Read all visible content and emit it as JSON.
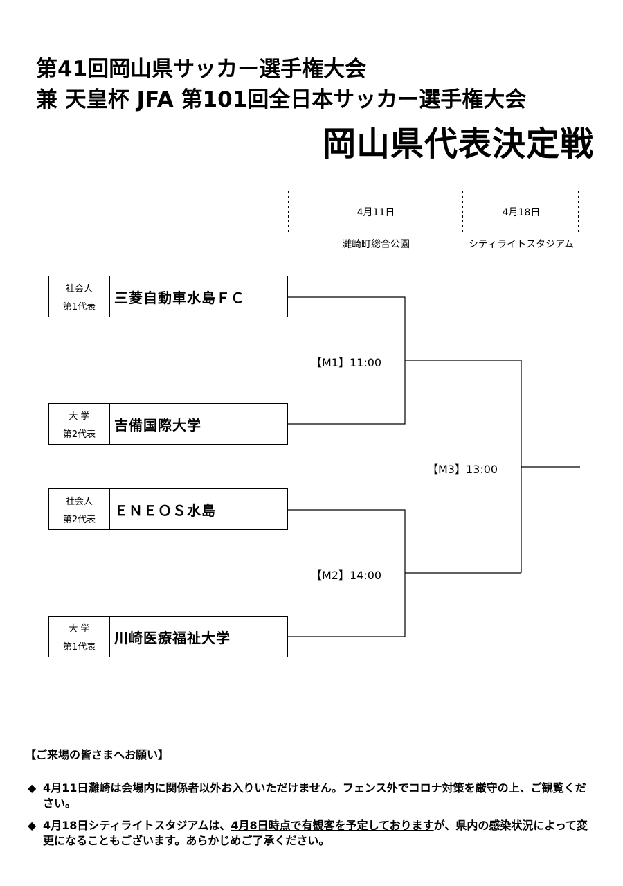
{
  "header": {
    "line1": "第41回岡山県サッカー選手権大会",
    "line2": "兼 天皇杯 JFA 第101回全日本サッカー選手権大会",
    "line3": "岡山県代表決定戦"
  },
  "rounds": [
    {
      "date": "4月11日",
      "venue": "灘崎町総合公園"
    },
    {
      "date": "4月18日",
      "venue": "シティライトスタジアム"
    }
  ],
  "teams": [
    {
      "seed_top": "社会人",
      "seed_bottom": "第1代表",
      "name": "三菱自動車水島ＦＣ"
    },
    {
      "seed_top": "大 学",
      "seed_bottom": "第2代表",
      "name": "吉備国際大学"
    },
    {
      "seed_top": "社会人",
      "seed_bottom": "第2代表",
      "name": "ＥＮＥＯＳ水島"
    },
    {
      "seed_top": "大 学",
      "seed_bottom": "第1代表",
      "name": "川崎医療福祉大学"
    }
  ],
  "matches": [
    {
      "label": "【M1】11:00"
    },
    {
      "label": "【M2】14:00"
    },
    {
      "label": "【M3】13:00"
    }
  ],
  "notices": {
    "heading": "【ご来場の皆さまへお願い】",
    "bullet": "◆",
    "item1": "4月11日灘崎は会場内に関係者以外お入りいただけません。フェンス外でコロナ対策を厳守の上、ご観覧ください。",
    "item2_pre": "4月18日シティライトスタジアムは、",
    "item2_underlined": "4月8日時点で有観客を予定しております",
    "item2_post": "が、県内の感染状況によって変更になることもございます。あらかじめご了承ください。"
  }
}
